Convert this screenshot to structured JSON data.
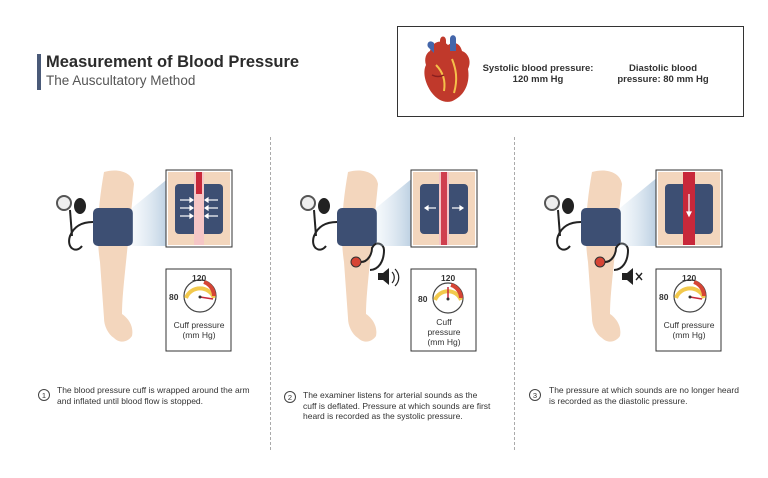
{
  "header": {
    "title": "Measurement of Blood Pressure",
    "subtitle": "The Auscultatory Method"
  },
  "legend": {
    "systolic": "Systolic blood pressure: 120 mm Hg",
    "diastolic": "Diastolic blood pressure: 80 mm Hg"
  },
  "gauge": {
    "top_value": "120",
    "left_value": "80",
    "label": "Cuff pressure (mm Hg)"
  },
  "steps": [
    {
      "number": "1",
      "text": "The blood pressure cuff is wrapped around the arm and inflated until blood flow is stopped."
    },
    {
      "number": "2",
      "text": "The examiner listens for arterial sounds as the cuff is deflated. Pressure at which sounds are first heard is recorded as the systolic pressure."
    },
    {
      "number": "3",
      "text": "The pressure at which sounds are no longer heard is recorded as the diastolic pressure."
    }
  ],
  "colors": {
    "cuff": "#3d4f73",
    "artery": "#c8283a",
    "skin": "#f3d6bd",
    "title_bar": "#4a5a78"
  }
}
